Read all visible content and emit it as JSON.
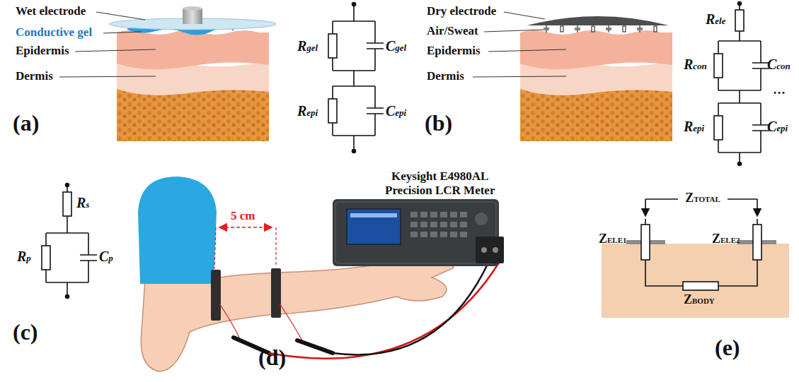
{
  "diagram": {
    "labels": [
      "Wet electrode",
      "Conductive gel",
      "Epidermis",
      "Dermis",
      "Rgel",
      "Cgel",
      "Repi",
      "Cepi",
      "(a)",
      "Dry electrode",
      "Air/Sweat",
      "Epidermis",
      "Dermis",
      "Rele",
      "Rcon",
      "Ccon",
      "···",
      "Repi",
      "Cepi",
      "(b)",
      "Rs",
      "Rp",
      "Cp",
      "(c)",
      "5 cm",
      "Keysight E4980AL",
      "Precision LCR Meter",
      "(d)",
      "ZTOTAL",
      "ZELE1",
      "ZELE2",
      "ZBODY",
      "(e)"
    ]
  }
}
